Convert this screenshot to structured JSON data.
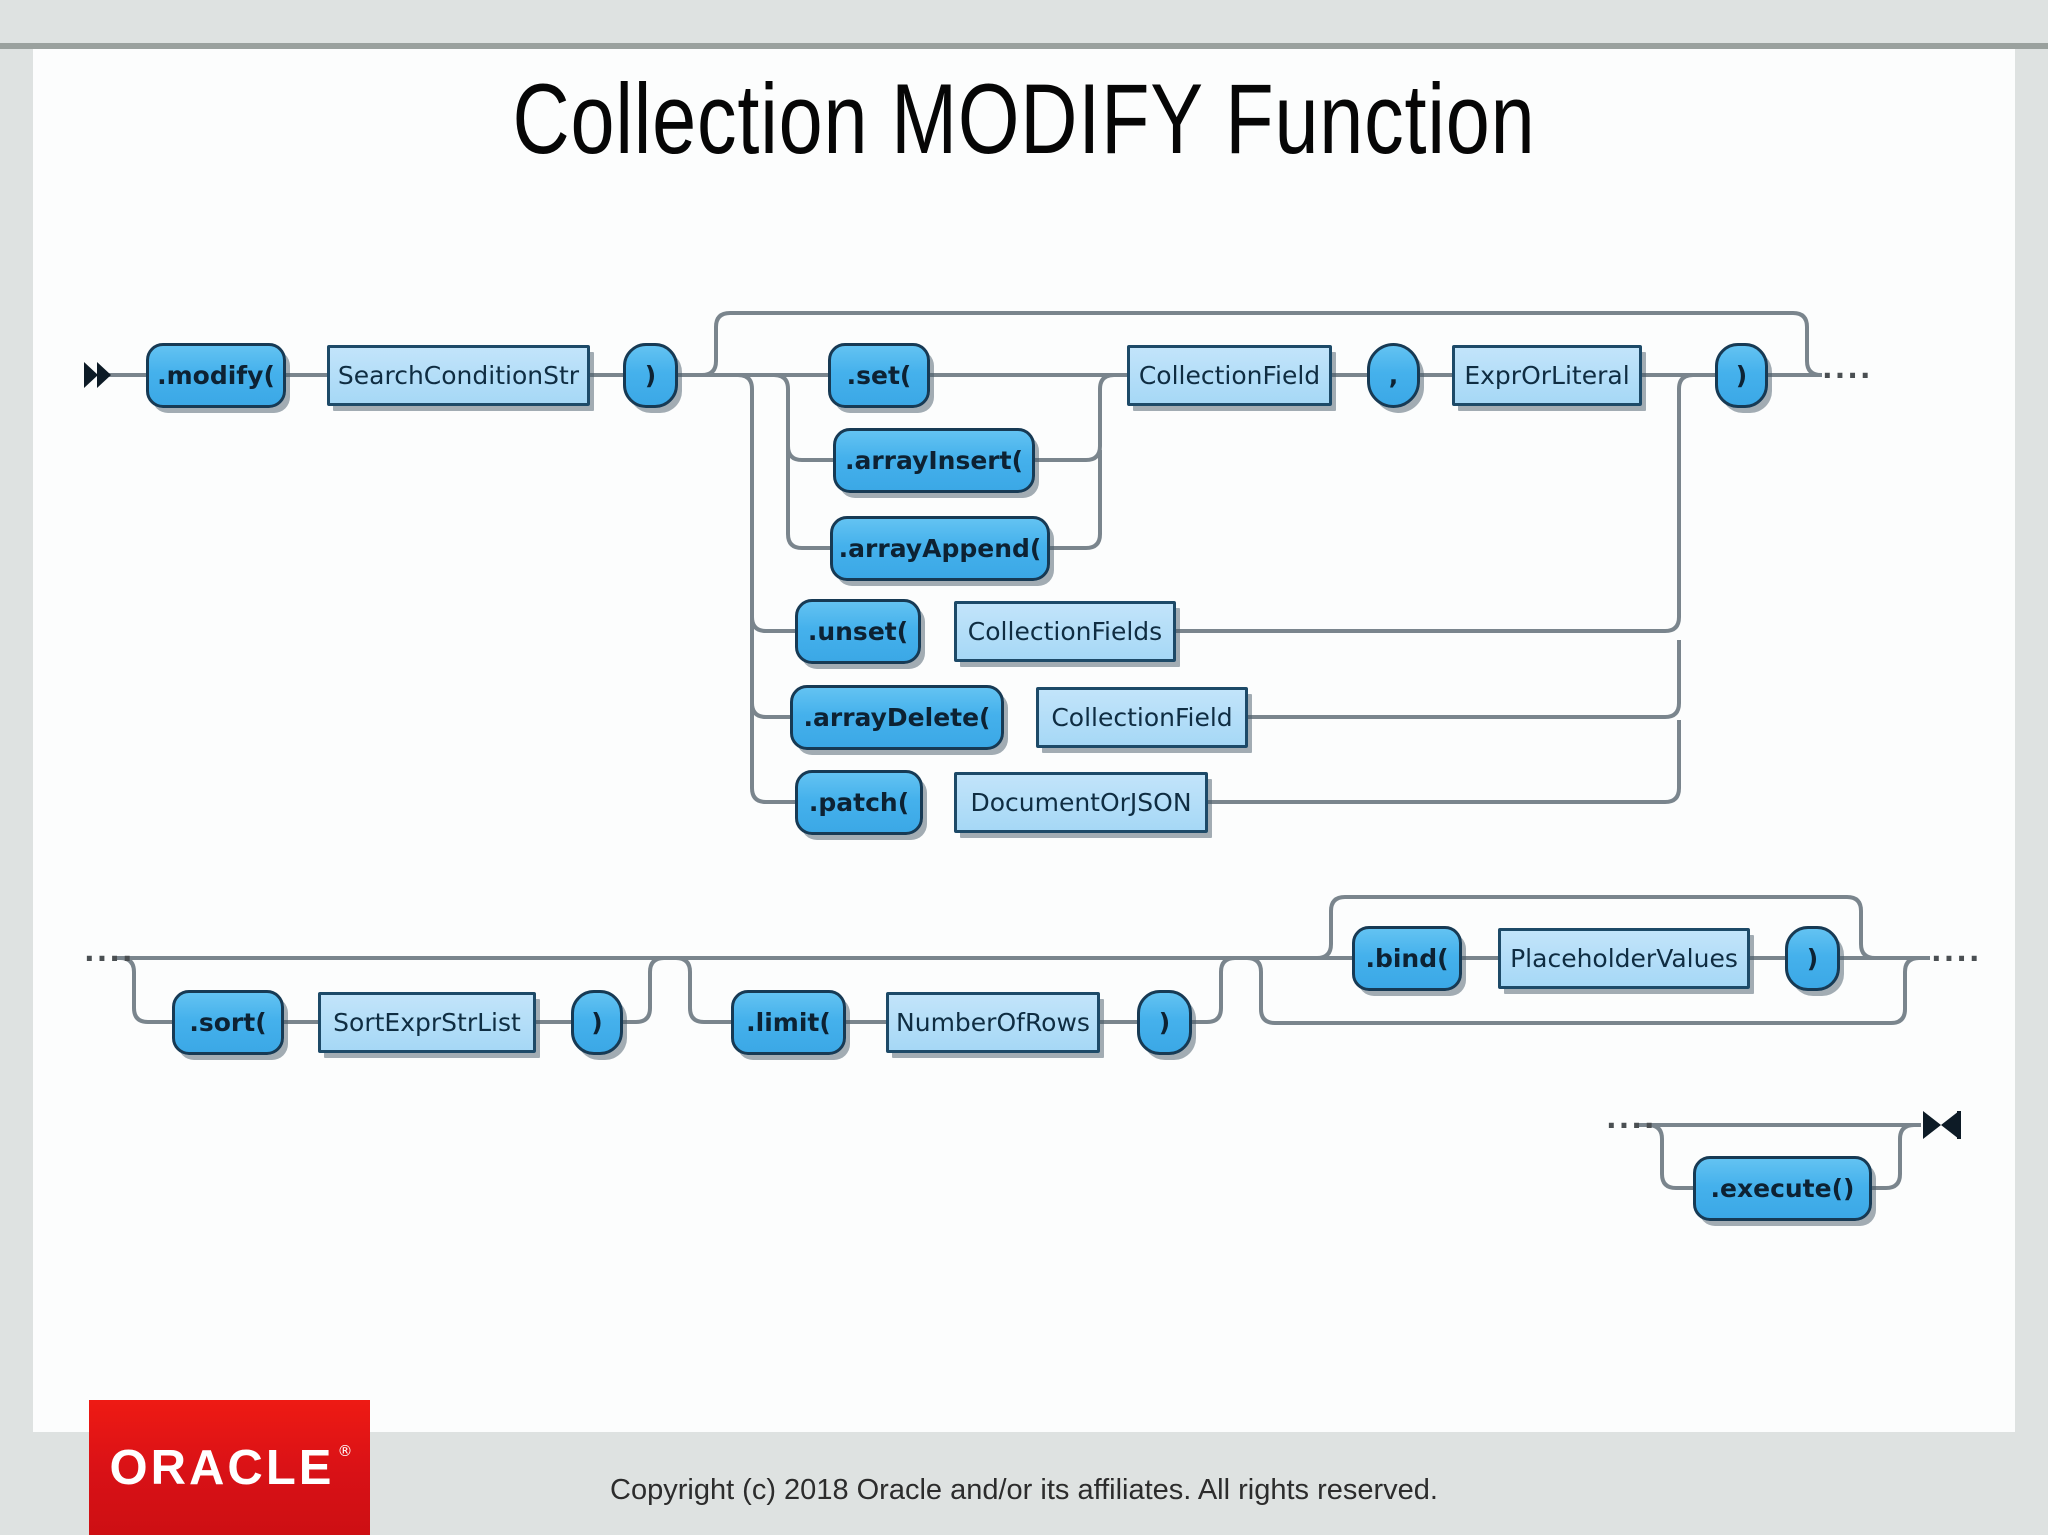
{
  "title": "Collection MODIFY Function",
  "diagram": {
    "row1": {
      "modify": ".modify(",
      "search_condition": "SearchConditionStr",
      "close_paren_1": ")",
      "set": ".set(",
      "array_insert": ".arrayInsert(",
      "array_append": ".arrayAppend(",
      "unset": ".unset(",
      "collection_fields": "CollectionFields",
      "array_delete": ".arrayDelete(",
      "collection_field_2": "CollectionField",
      "patch": ".patch(",
      "document_or_json": "DocumentOrJSON",
      "collection_field": "CollectionField",
      "comma": ",",
      "expr_or_literal": "ExprOrLiteral",
      "close_paren_2": ")",
      "continuation_end": "····"
    },
    "row2": {
      "continuation_start": "····",
      "sort": ".sort(",
      "sort_expr_str_list": "SortExprStrList",
      "close_paren_3": ")",
      "limit": ".limit(",
      "number_of_rows": "NumberOfRows",
      "close_paren_4": ")",
      "bind": ".bind(",
      "placeholder_values": "PlaceholderValues",
      "close_paren_5": ")",
      "continuation_end": "····"
    },
    "row3": {
      "continuation_start": "····",
      "execute": ".execute()"
    }
  },
  "footer": {
    "logo_text": "ORACLE",
    "logo_registered": "®",
    "copyright": "Copyright (c) 2018 Oracle and/or its affiliates. All rights reserved."
  },
  "colors": {
    "terminal_fill": "#45b1ec",
    "nonterminal_fill": "#a9d9f7",
    "box_border": "#173a54",
    "line": "#7a858d",
    "oracle_red": "#d81116",
    "page_bg": "#dee2e1"
  }
}
